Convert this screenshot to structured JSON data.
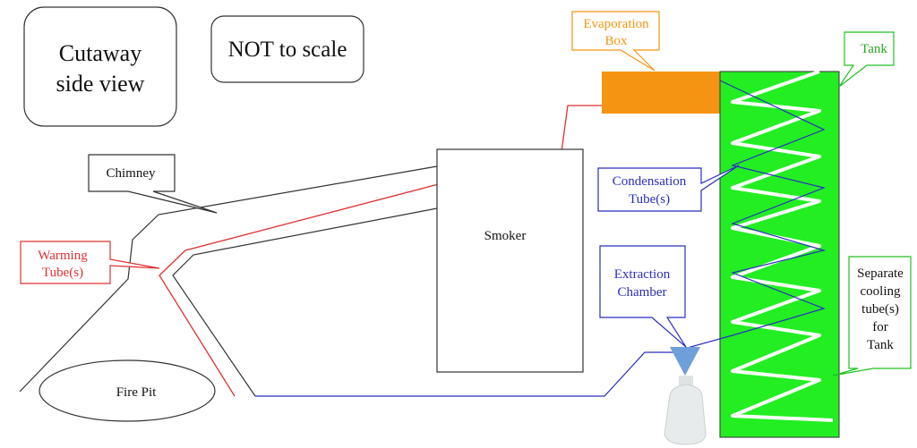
{
  "labels": {
    "cutaway_line1": "Cutaway",
    "cutaway_line2": "side view",
    "not_to_scale": "NOT to scale",
    "chimney": "Chimney",
    "warming_line1": "Warming",
    "warming_line2": "Tube(s)",
    "fire_pit": "Fire Pit",
    "smoker": "Smoker",
    "evaporation_line1": "Evaporation",
    "evaporation_line2": "Box",
    "tank": "Tank",
    "condensation_line1": "Condensation",
    "condensation_line2": "Tube(s)",
    "extraction_line1": "Extraction",
    "extraction_line2": "Chamber",
    "cooling_line1": "Separate",
    "cooling_line2": "cooling",
    "cooling_line3": "tube(s)",
    "cooling_line4": "for",
    "cooling_line5": "Tank"
  },
  "colors": {
    "warming": "#e03131",
    "evaporation": "#f59412",
    "tank": "#22ee22",
    "condensation": "#2a2fbf",
    "extraction_funnel": "#6f9fd8",
    "outline": "#222222"
  }
}
